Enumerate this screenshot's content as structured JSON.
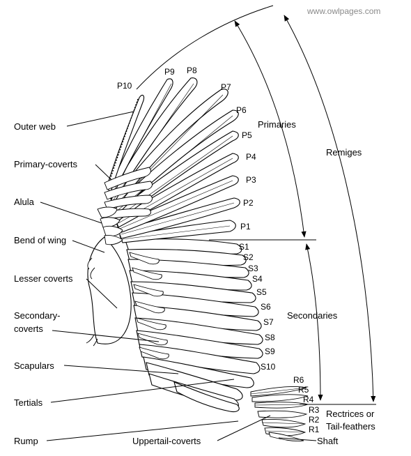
{
  "watermark": "www.owlpages.com",
  "left_labels": {
    "outer_web": "Outer web",
    "primary_coverts": "Primary-coverts",
    "alula": "Alula",
    "bend_of_wing": "Bend of wing",
    "lesser_coverts": "Lesser coverts",
    "secondary_coverts_1": "Secondary-",
    "secondary_coverts_2": "coverts",
    "scapulars": "Scapulars",
    "tertials": "Tertials",
    "rump": "Rump",
    "uppertail_coverts": "Uppertail-coverts"
  },
  "primaries": [
    "P10",
    "P9",
    "P8",
    "P7",
    "P6",
    "P5",
    "P4",
    "P3",
    "P2",
    "P1"
  ],
  "secondaries": [
    "S1",
    "S2",
    "S3",
    "S4",
    "S5",
    "S6",
    "S7",
    "S8",
    "S9",
    "S10"
  ],
  "rectrices": [
    "R6",
    "R5",
    "R4",
    "R3",
    "R2",
    "R1"
  ],
  "right_labels": {
    "primaries": "Primaries",
    "remiges": "Remiges",
    "secondaries": "Secondaries",
    "rectrices_1": "Rectrices or",
    "rectrices_2": "Tail-feathers",
    "shaft": "Shaft"
  }
}
